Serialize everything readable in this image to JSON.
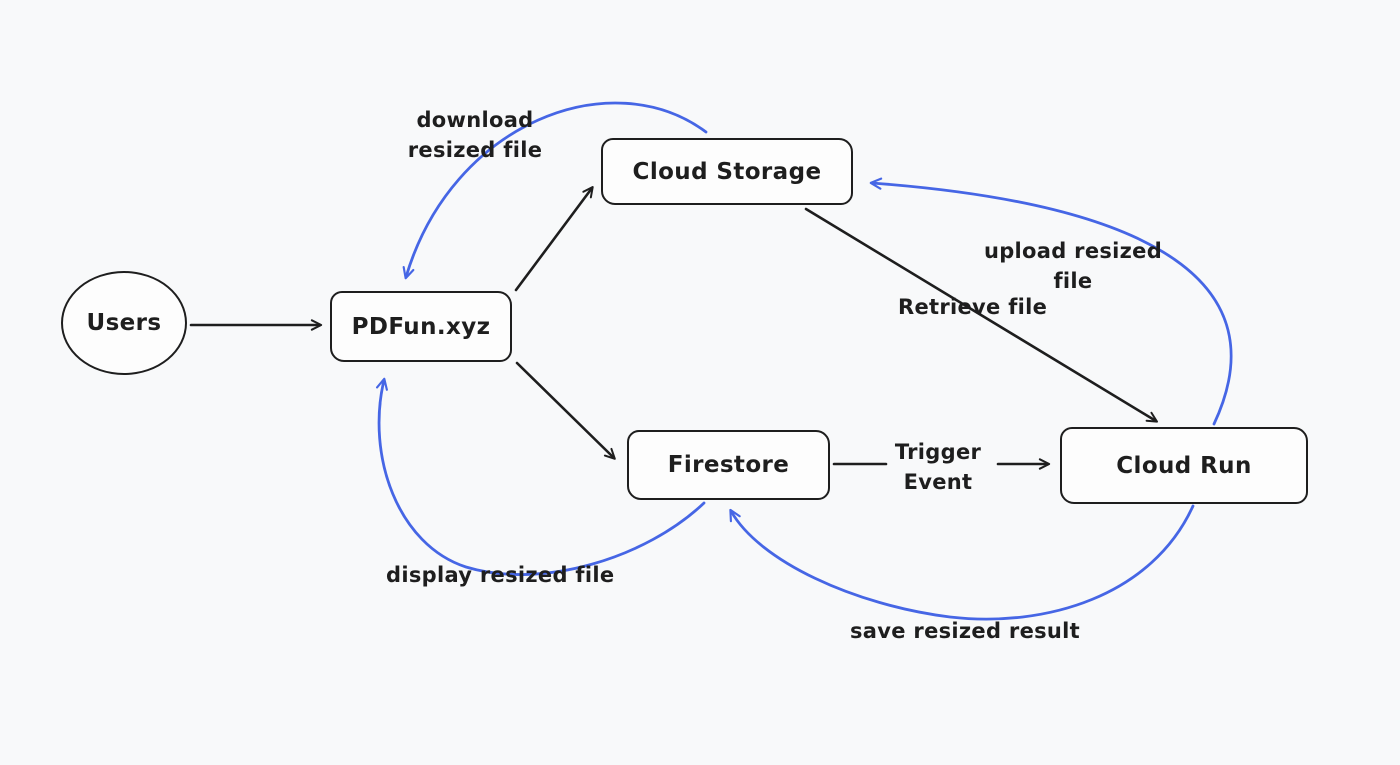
{
  "diagram": {
    "colors": {
      "background": "#f8f9fa",
      "node_stroke": "#1e1e1e",
      "text": "#1e1e1e",
      "flow_accent_blue": "#4666e5"
    },
    "nodes": {
      "users": {
        "label": "Users",
        "shape": "ellipse"
      },
      "pdfun": {
        "label": "PDFun.xyz",
        "shape": "rectangle"
      },
      "cloud_storage": {
        "label": "Cloud Storage",
        "shape": "rectangle"
      },
      "firestore": {
        "label": "Firestore",
        "shape": "rectangle"
      },
      "cloud_run": {
        "label": "Cloud Run",
        "shape": "rectangle"
      }
    },
    "edge_labels": {
      "download": "download resized file",
      "upload": "upload resized file",
      "retrieve": "Retrieve file",
      "trigger": "Trigger Event",
      "display": "display resized file",
      "save": "save resized result"
    },
    "edges": [
      {
        "from": "users",
        "to": "pdfun",
        "label": "",
        "color": "black",
        "style": "straight"
      },
      {
        "from": "pdfun",
        "to": "cloud_storage",
        "label": "",
        "color": "black",
        "style": "straight"
      },
      {
        "from": "pdfun",
        "to": "firestore",
        "label": "",
        "color": "black",
        "style": "straight"
      },
      {
        "from": "cloud_storage",
        "to": "cloud_run",
        "label": "Retrieve file",
        "color": "black",
        "style": "straight"
      },
      {
        "from": "firestore",
        "to": "cloud_run",
        "label": "Trigger Event",
        "color": "black",
        "style": "straight"
      },
      {
        "from": "cloud_storage",
        "to": "pdfun",
        "label": "download resized file",
        "color": "blue",
        "style": "curved"
      },
      {
        "from": "cloud_run",
        "to": "cloud_storage",
        "label": "upload resized file",
        "color": "blue",
        "style": "curved"
      },
      {
        "from": "firestore",
        "to": "pdfun",
        "label": "display resized file",
        "color": "blue",
        "style": "curved"
      },
      {
        "from": "cloud_run",
        "to": "firestore",
        "label": "save resized result",
        "color": "blue",
        "style": "curved"
      }
    ]
  }
}
